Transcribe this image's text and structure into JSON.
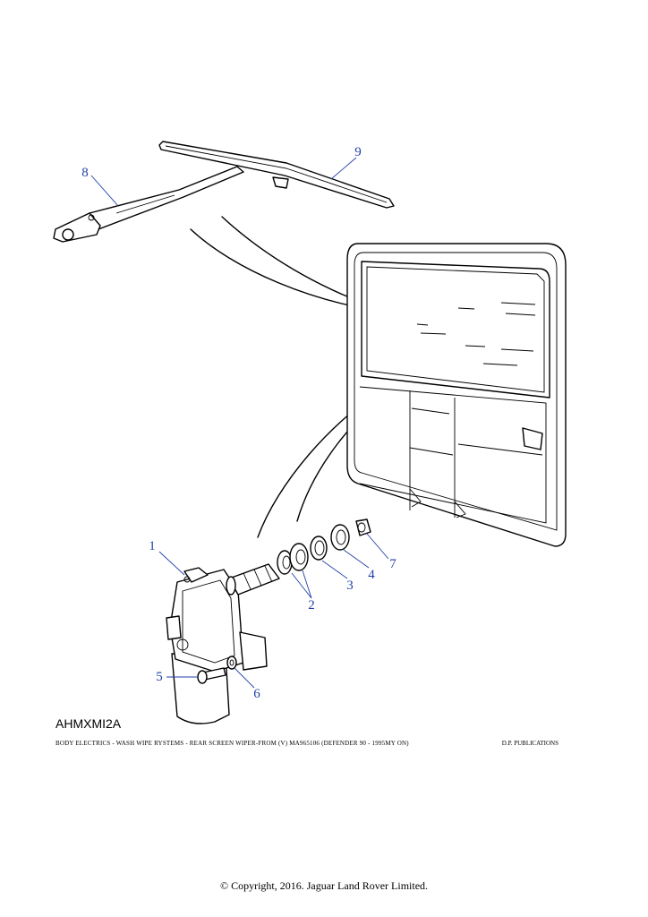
{
  "callouts": [
    {
      "id": "1",
      "label": "1"
    },
    {
      "id": "2",
      "label": "2"
    },
    {
      "id": "3",
      "label": "3"
    },
    {
      "id": "4",
      "label": "4"
    },
    {
      "id": "5",
      "label": "5"
    },
    {
      "id": "6",
      "label": "6"
    },
    {
      "id": "7",
      "label": "7"
    },
    {
      "id": "8",
      "label": "8"
    },
    {
      "id": "9",
      "label": "9"
    }
  ],
  "figure_code": "AHMXMI2A",
  "caption": "BODY ELECTRICS - WASH WIPE RYSTEMS - REAR SCREEN WIPER-FROM (V) MA965106  (DEFENDER 90 - 1995MY ON)",
  "publisher": "D.P. PUBLICATIONS",
  "copyright": "© Copyright, 2016. Jaguar Land Rover Limited.",
  "colors": {
    "callout": "#1f3fa8",
    "line": "#000000"
  }
}
